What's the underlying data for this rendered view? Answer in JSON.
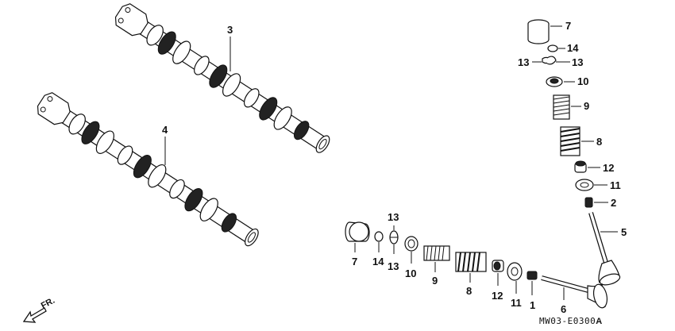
{
  "callouts": {
    "cam_upper": "3",
    "cam_lower": "4",
    "r_lifter": "7",
    "r_shim": "14",
    "r_cotter_l": "13",
    "r_cotter_r": "13",
    "r_retainer": "10",
    "r_spring_inner": "9",
    "r_spring_outer": "8",
    "r_seal": "12",
    "r_seat": "11",
    "r_guide": "2",
    "r_valve": "5",
    "b_lifter": "7",
    "b_shim": "14",
    "b_cotter_top": "13",
    "b_cotter_bot": "13",
    "b_retainer": "10",
    "b_spring_inner": "9",
    "b_spring_outer": "8",
    "b_seal": "12",
    "b_seat": "11",
    "b_guide": "1",
    "b_valve": "6"
  },
  "direction_label": "FR.",
  "diagram_code": "MW03-E0300",
  "diagram_code_suffix": "A"
}
